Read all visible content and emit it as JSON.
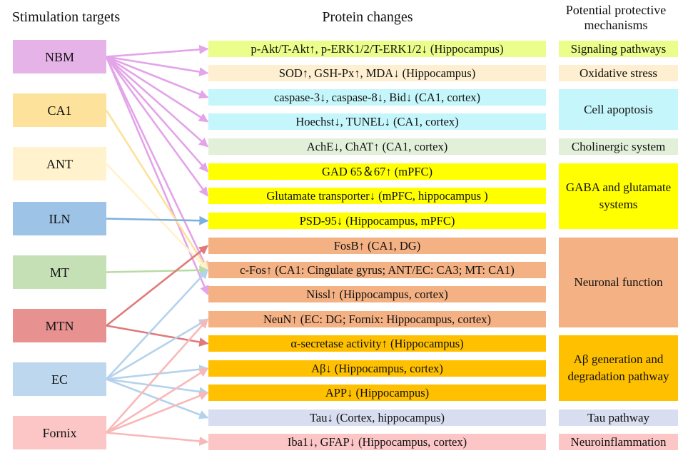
{
  "headers": {
    "targets": "Stimulation targets",
    "proteins": "Protein changes",
    "mechanisms": "Potential protective mechanisms"
  },
  "targets": [
    {
      "id": "NBM",
      "label": "NBM",
      "color": "#e6b3e9",
      "arrow": "#e3a4e9"
    },
    {
      "id": "CA1",
      "label": "CA1",
      "color": "#fde29b",
      "arrow": "#fde29b"
    },
    {
      "id": "ANT",
      "label": "ANT",
      "color": "#fff2cc",
      "arrow": "#fff2cc"
    },
    {
      "id": "ILN",
      "label": "ILN",
      "color": "#9dc3e6",
      "arrow": "#7eb0de"
    },
    {
      "id": "MT",
      "label": "MT",
      "color": "#c5e0b4",
      "arrow": "#b9dba4"
    },
    {
      "id": "MTN",
      "label": "MTN",
      "color": "#e89191",
      "arrow": "#e07a7a"
    },
    {
      "id": "EC",
      "label": "EC",
      "color": "#bdd7ee",
      "arrow": "#b4d2ec"
    },
    {
      "id": "Fornix",
      "label": "Fornix",
      "color": "#fcc6c6",
      "arrow": "#f9b8b8"
    }
  ],
  "proteins": [
    {
      "label": "p-Akt/T-Akt↑, p-ERK1/2/T-ERK1/2↓ (Hippocampus)",
      "color": "#ebfd8a"
    },
    {
      "label": "SOD↑, GSH-Px↑, MDA↓ (Hippocampus)",
      "color": "#fdefd0"
    },
    {
      "label": "caspase-3↓, caspase-8↓, Bid↓ (CA1, cortex)",
      "color": "#c5f6fb"
    },
    {
      "label": "Hoechst↓, TUNEL↓ (CA1, cortex)",
      "color": "#c5f6fb"
    },
    {
      "label": "AchE↓, ChAT↑ (CA1, cortex)",
      "color": "#e2efd9"
    },
    {
      "label": "GAD 65＆67↑ (mPFC)",
      "color": "#ffff00"
    },
    {
      "label": "Glutamate transporter↓ (mPFC, hippocampus )",
      "color": "#ffff00"
    },
    {
      "label": "PSD-95↓ (Hippocampus, mPFC)",
      "color": "#ffff00"
    },
    {
      "label": "FosB↑ (CA1, DG)",
      "color": "#f4b183"
    },
    {
      "label": "c-Fos↑ (CA1: Cingulate gyrus; ANT/EC: CA3; MT: CA1)",
      "color": "#f4b183"
    },
    {
      "label": "Nissl↑ (Hippocampus, cortex)",
      "color": "#f4b183"
    },
    {
      "label": "NeuN↑ (EC: DG; Fornix: Hippocampus, cortex)",
      "color": "#f4b183"
    },
    {
      "label": "α-secretase activity↑ (Hippocampus)",
      "color": "#ffc000"
    },
    {
      "label": "Aβ↓ (Hippocampus, cortex)",
      "color": "#ffc000"
    },
    {
      "label": "APP↓ (Hippocampus)",
      "color": "#ffc000"
    },
    {
      "label": "Tau↓ (Cortex, hippocampus)",
      "color": "#d9ddf0"
    },
    {
      "label": "Iba1↓, GFAP↓ (Hippocampus, cortex)",
      "color": "#fcc6c6"
    }
  ],
  "mechanisms": [
    {
      "label": "Signaling pathways",
      "color": "#ebfd8a"
    },
    {
      "label": "Oxidative stress",
      "color": "#fdefd0"
    },
    {
      "label": "Cell apoptosis",
      "color": "#c5f6fb"
    },
    {
      "label": "Cholinergic system",
      "color": "#e2efd9"
    },
    {
      "label": "GABA and glutamate systems",
      "color": "#ffff00"
    },
    {
      "label": "Neuronal function",
      "color": "#f4b183"
    },
    {
      "label": "Aβ generation and degradation pathway",
      "color": "#ffc000"
    },
    {
      "label": "Tau pathway",
      "color": "#d9ddf0"
    },
    {
      "label": "Neuroinflammation",
      "color": "#fcc6c6"
    }
  ],
  "links": [
    {
      "from": "NBM",
      "to": [
        0,
        1,
        2,
        3,
        4,
        5,
        6,
        9,
        10
      ]
    },
    {
      "from": "CA1",
      "to": [
        9
      ]
    },
    {
      "from": "ANT",
      "to": [
        9
      ]
    },
    {
      "from": "ILN",
      "to": [
        7
      ]
    },
    {
      "from": "MT",
      "to": [
        9
      ]
    },
    {
      "from": "MTN",
      "to": [
        8,
        12
      ]
    },
    {
      "from": "EC",
      "to": [
        9,
        11,
        13,
        14,
        15
      ]
    },
    {
      "from": "Fornix",
      "to": [
        11,
        13,
        14,
        16
      ]
    }
  ]
}
